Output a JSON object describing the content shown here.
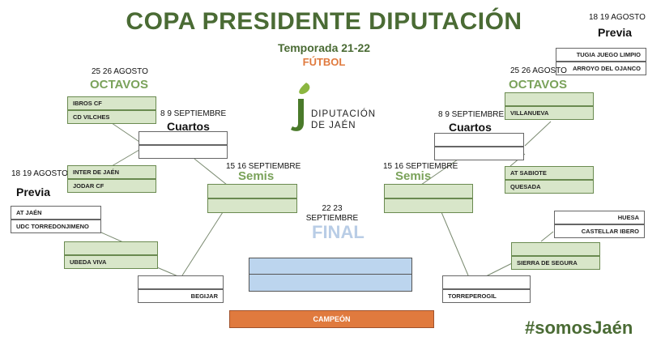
{
  "header": {
    "title": "COPA PRESIDENTE DIPUTACIÓN",
    "season": "Temporada 21-22",
    "sport": "FÚTBOL"
  },
  "logo": {
    "line1": "DIPUTACIÓN",
    "line2": "DE JAÉN"
  },
  "left": {
    "previa_date": "18 19 AGOSTO",
    "previa_label": "Previa",
    "previa_teams": [
      "AT JAÉN",
      "UDC TORREDONJIMENO"
    ],
    "previa_winner_team": "UBEDA VIVA",
    "octavos_date": "25 26 AGOSTO",
    "octavos_label": "OCTAVOS",
    "octavos_a": [
      "IBROS CF",
      "CD VILCHES"
    ],
    "octavos_b": [
      "INTER DE JAÉN",
      "JODAR CF"
    ],
    "cuartos_date": "8 9 SEPTIEMBRE",
    "cuartos_label": "Cuartos",
    "semis_date": "15 16 SEPTIEMBRE",
    "semis_label": "Semis",
    "bottom_team": "BEGIJAR"
  },
  "right": {
    "previa_date": "18 19 AGOSTO",
    "previa_label": "Previa",
    "previa_top_teams": [
      "TUGIA JUEGO LIMPIO",
      "ARROYO DEL OJANCO"
    ],
    "octavos_date": "25 26 AGOSTO",
    "octavos_label": "OCTAVOS",
    "octavos_a": [
      "VILLANUEVA"
    ],
    "octavos_b": [
      "AT SABIOTE",
      "QUESADA"
    ],
    "cuartos_date": "8 9 SEPTIEMBRE",
    "cuartos_label": "Cuartos",
    "semis_date": "15 16 SEPTIEMBRE",
    "semis_label": "Semis",
    "previa_bottom_teams": [
      "HUESA",
      "CASTELLAR IBERO"
    ],
    "previa_bottom_winner": "SIERRA DE SEGURA",
    "bottom_team": "TORREPEROGIL"
  },
  "final": {
    "date": "22 23 SEPTIEMBRE",
    "label": "FINAL",
    "champion_label": "CAMPEÓN"
  },
  "hashtag": "#somosJaén",
  "colors": {
    "title_green": "#4a6b34",
    "stage_green": "#7aa25a",
    "box_green": "#d8e6c9",
    "final_blue": "#bcd5ee",
    "champion_orange": "#e07a3e"
  }
}
